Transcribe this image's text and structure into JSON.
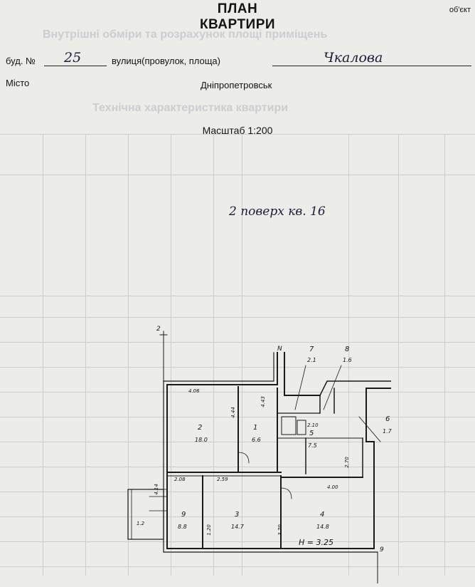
{
  "header": {
    "title_line1": "ПЛАН",
    "title_line2": "КВАРТИРИ",
    "corner_text": "об'єкт"
  },
  "address": {
    "building_label": "буд. №",
    "building_number": "25",
    "street_label": "вулиця(провулок, площа)",
    "street_value": "Чкалова",
    "city_label": "Місто",
    "city_value": "Дніпропетровськ"
  },
  "scale_text": "Масштаб 1:200",
  "floor_note": "2 поверх   кв. 16",
  "floor_plan": {
    "rooms": [
      {
        "number": "1",
        "area": "6.6"
      },
      {
        "number": "2",
        "area": "18.0"
      },
      {
        "number": "3",
        "area": "14.7"
      },
      {
        "number": "4",
        "area": "14.8"
      },
      {
        "number": "5",
        "area": "7.5"
      },
      {
        "number": "6",
        "area": "1.7"
      },
      {
        "number": "7",
        "area": "2.1"
      },
      {
        "number": "8",
        "area": "1.6"
      },
      {
        "number": "9",
        "area": "8.8"
      }
    ],
    "dimensions": [
      "4.06",
      "4.44",
      "4.43",
      "2.08",
      "2.59",
      "4.00",
      "2.10",
      "2.70",
      "3.70",
      "1.20",
      "4.14",
      "1.2"
    ],
    "height_note": "H = 3.25",
    "axis_labels": [
      "2",
      "N",
      "9"
    ]
  },
  "background_bleed": {
    "text_lines": [
      "Внутрішні обміри та розрахунок площі приміщень",
      "Технічна характеристика квартири"
    ]
  }
}
